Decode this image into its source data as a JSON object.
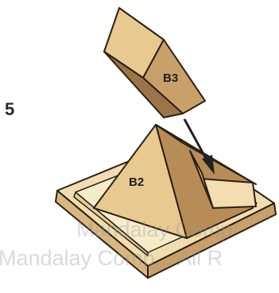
{
  "step": {
    "number": "5"
  },
  "pieces": {
    "top_piece": "B3",
    "middle_piece": "B2"
  },
  "watermark": {
    "line1": "Mandalay Comp",
    "line2": "Mandalay Comp... All R"
  },
  "colors": {
    "wood_light": "#e8c98f",
    "wood_mid": "#c9a06a",
    "wood_dark": "#9c7447",
    "tray_light": "#f2ddb0",
    "tray_inner": "#f7ecca",
    "arrow": "#222222"
  }
}
